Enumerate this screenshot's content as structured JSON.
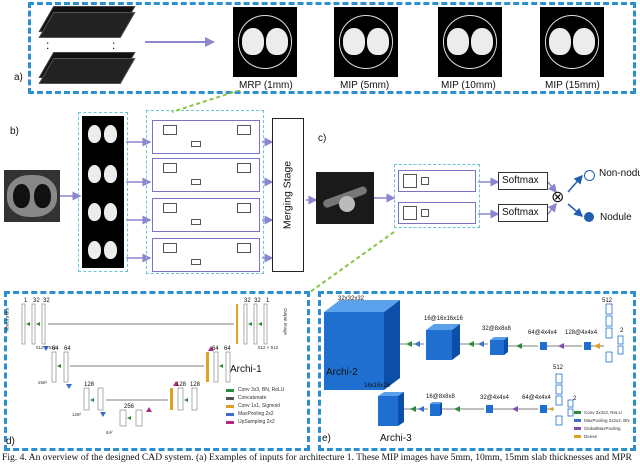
{
  "panels": {
    "a": "a)",
    "b": "b)",
    "c": "c)",
    "d": "d)",
    "e": "e)"
  },
  "panel_a": {
    "dots": ":",
    "captions": [
      "MRP (1mm)",
      "MIP (5mm)",
      "MIP (10mm)",
      "MIP (15mm)"
    ]
  },
  "panel_b": {
    "merging_stage": "Merging Stage"
  },
  "panel_c": {
    "softmax": [
      "Softmax",
      "Softmax"
    ],
    "combine_symbol": "⊗",
    "outputs": [
      "Non-nodule",
      "Nodule"
    ]
  },
  "panel_d": {
    "title": "Archi-1",
    "input_label": "Input image",
    "output_label": "Output image",
    "top_numbers": [
      "1",
      "32",
      "32",
      "32",
      "32",
      "1"
    ],
    "mid_numbers": [
      "64",
      "64",
      "64",
      "64"
    ],
    "low_numbers": [
      "128",
      "128",
      "128"
    ],
    "low2_numbers": [
      "256"
    ],
    "sizes": [
      "512 × 512",
      "256²",
      "128²",
      "64²",
      "512 × 512"
    ],
    "legend": [
      "Conv 3x3, BN, ReLU",
      "Concatenate",
      "Conv 1x1, Sigmoid",
      "MaxPooling 2x2",
      "UpSampling 2x2"
    ],
    "legend_colors": [
      "#2e8b3a",
      "#555555",
      "#e0a020",
      "#3a6fc8",
      "#b02a8a"
    ]
  },
  "panel_e": {
    "archi2": {
      "title": "Archi-2",
      "labels": [
        "32x32x32",
        "16@16x16x16",
        "32@8x8x8",
        "64@4x4x4",
        "128@4x4x4",
        "512",
        "2"
      ]
    },
    "archi3": {
      "title": "Archi-3",
      "labels": [
        "16x16x16",
        "16@8x8x8",
        "32@4x4x4",
        "64@4x4x4",
        "512",
        "2"
      ]
    },
    "legend": [
      "Conv 3x3x3, ReLU",
      "MaxPooling 2x2x2, BN",
      "GlobalMaxPooling",
      "Dense"
    ],
    "legend_colors": [
      "#2e8b3a",
      "#3a6fc8",
      "#7a4fb0",
      "#e0a020"
    ]
  },
  "caption": "Fig. 4. An overview of the designed CAD system. (a) Examples of inputs for architecture 1. These MIP images have 5mm, 10mm, 15mm slab thicknesses and MPR",
  "colors": {
    "accent": "#2b8fd0",
    "arrow": "#8b86cf",
    "thin_dash": "#6fc3d6",
    "cube": "#1e6fd0"
  }
}
